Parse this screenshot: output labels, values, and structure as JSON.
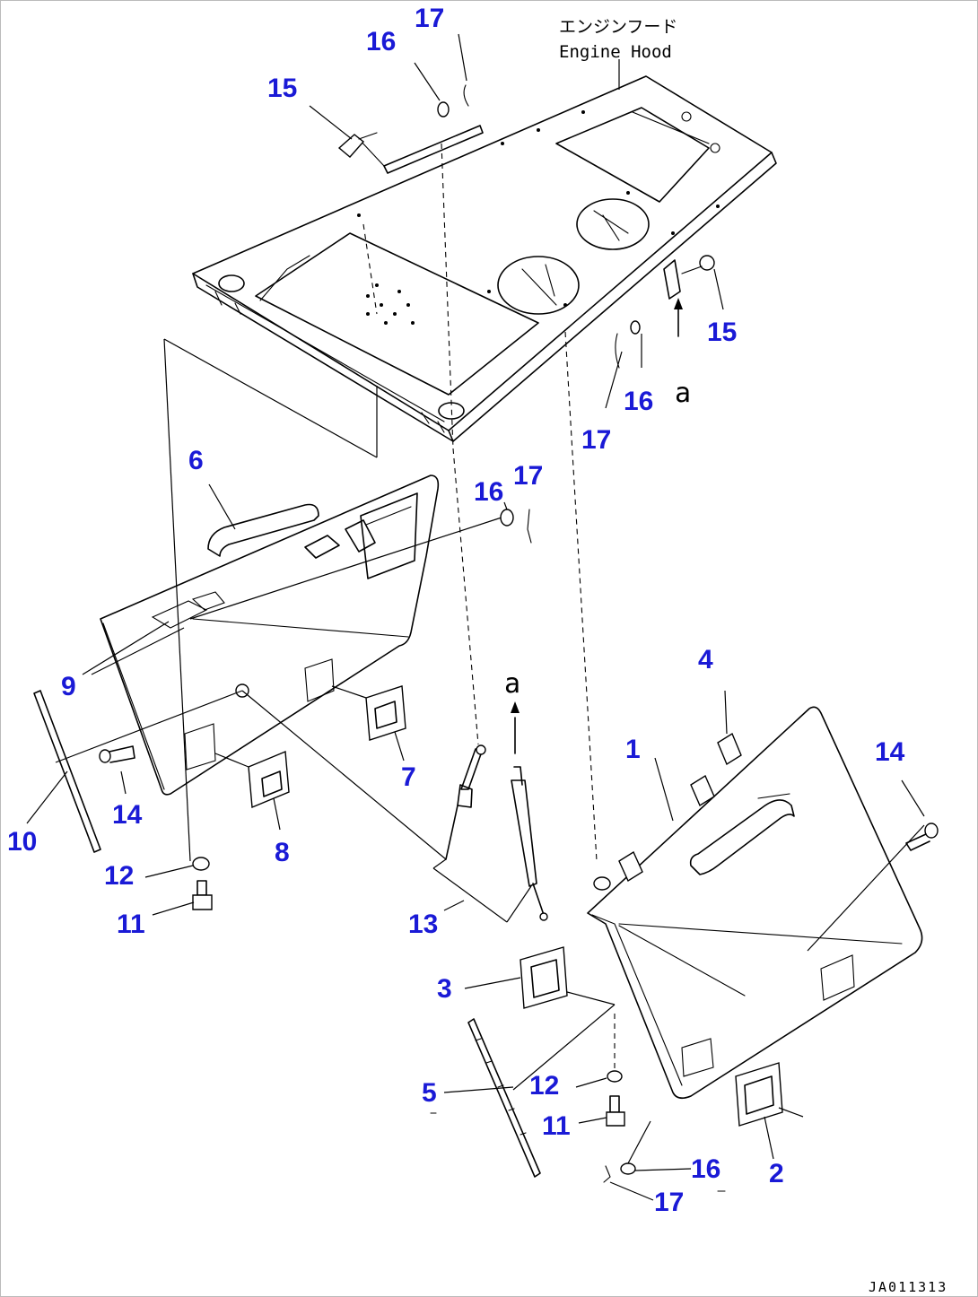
{
  "title_jp": "エンジンフード",
  "title_en": "Engine Hood",
  "drawing_code": "JA011313",
  "arrow_ref": "a",
  "callouts": {
    "c1": "1",
    "c2": "2",
    "c3": "3",
    "c4": "4",
    "c5": "5",
    "c6": "6",
    "c7": "7",
    "c8": "8",
    "c9": "9",
    "c10": "10",
    "c11a": "11",
    "c11b": "11",
    "c12a": "12",
    "c12b": "12",
    "c13": "13",
    "c14a": "14",
    "c14b": "14",
    "c15a": "15",
    "c15b": "15",
    "c16a": "16",
    "c16b": "16",
    "c16c": "16",
    "c16d": "16",
    "c17a": "17",
    "c17b": "17",
    "c17c": "17",
    "c17d": "17"
  },
  "colors": {
    "callout": "#1a1ad6",
    "line": "#000000",
    "background": "#ffffff"
  }
}
